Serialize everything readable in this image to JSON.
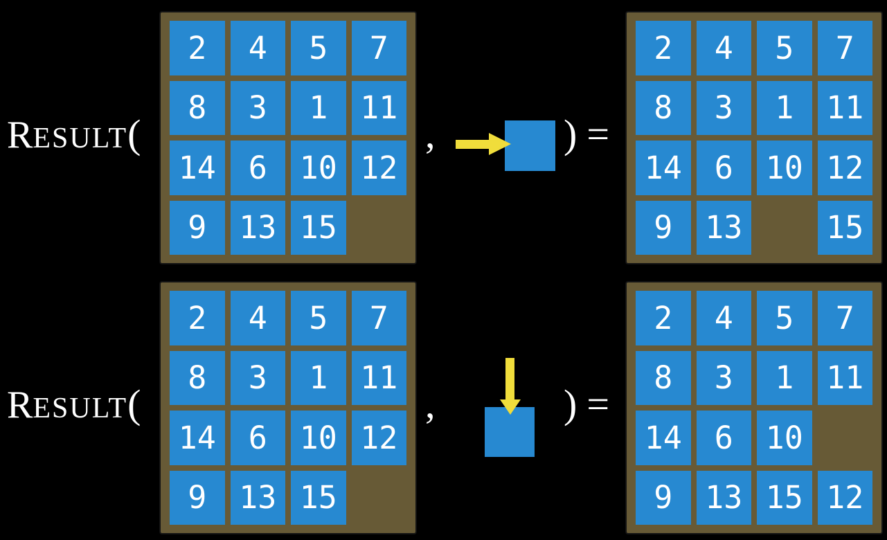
{
  "colors": {
    "background": "#000000",
    "tile": "#2789d1",
    "board": "#675a36",
    "arrow": "#f0dd3b",
    "text": "#ffffff"
  },
  "function_label": {
    "initial": "R",
    "rest": "ESULT",
    "open_paren": "(",
    "comma": ",",
    "close_paren": ")",
    "equals": "="
  },
  "examples": [
    {
      "move_direction": "right",
      "input_grid": [
        [
          "2",
          "4",
          "5",
          "7"
        ],
        [
          "8",
          "3",
          "1",
          "11"
        ],
        [
          "14",
          "6",
          "10",
          "12"
        ],
        [
          "9",
          "13",
          "15",
          null
        ]
      ],
      "output_grid": [
        [
          "2",
          "4",
          "5",
          "7"
        ],
        [
          "8",
          "3",
          "1",
          "11"
        ],
        [
          "14",
          "6",
          "10",
          "12"
        ],
        [
          "9",
          "13",
          null,
          "15"
        ]
      ]
    },
    {
      "move_direction": "down",
      "input_grid": [
        [
          "2",
          "4",
          "5",
          "7"
        ],
        [
          "8",
          "3",
          "1",
          "11"
        ],
        [
          "14",
          "6",
          "10",
          "12"
        ],
        [
          "9",
          "13",
          "15",
          null
        ]
      ],
      "output_grid": [
        [
          "2",
          "4",
          "5",
          "7"
        ],
        [
          "8",
          "3",
          "1",
          "11"
        ],
        [
          "14",
          "6",
          "10",
          null
        ],
        [
          "9",
          "13",
          "15",
          "12"
        ]
      ]
    }
  ]
}
